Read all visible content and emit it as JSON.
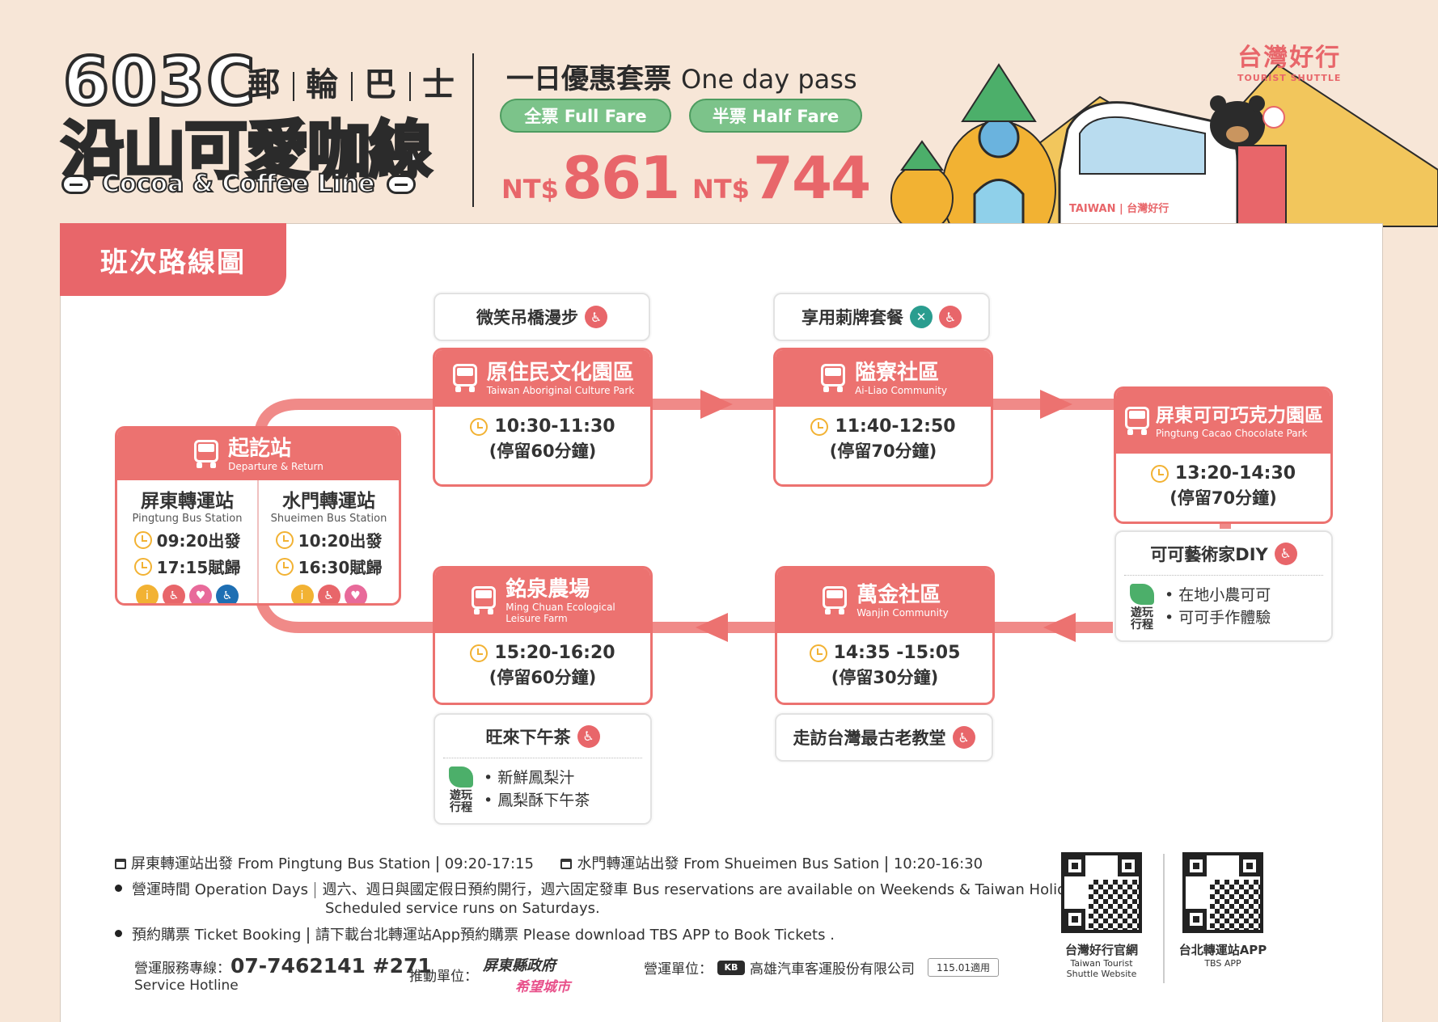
{
  "header": {
    "route_no": "603C",
    "service_chars": [
      "郵",
      "輪",
      "巴",
      "士"
    ],
    "line_name_zh": "沿山可愛咖線",
    "line_name_en": "Cocoa & Coffee Line",
    "pass_title_zh": "一日優惠套票",
    "pass_title_en": "One day pass",
    "full_fare_label": "全票 Full Fare",
    "half_fare_label": "半票 Half Fare",
    "currency": "NT$",
    "full_price": "861",
    "half_price": "744",
    "brand_zh": "台灣好行",
    "brand_en": "TOURIST SHUTTLE",
    "bus_sign": "TAIWAN | 台灣好行"
  },
  "section_title": "班次路線圖",
  "departure": {
    "title_zh": "起訖站",
    "title_en": "Departure & Return",
    "stations": [
      {
        "name_zh": "屏東轉運站",
        "name_en": "Pingtung Bus Station",
        "depart": "09:20出發",
        "return": "17:15賦歸"
      },
      {
        "name_zh": "水門轉運站",
        "name_en": "Shueimen Bus Station",
        "depart": "10:20出發",
        "return": "16:30賦歸"
      }
    ]
  },
  "stops": [
    {
      "name_zh": "原住民文化園區",
      "name_en": "Taiwan Aboriginal Culture  Park",
      "time": "10:30-11:30",
      "stay": "(停留60分鐘)"
    },
    {
      "name_zh": "隘寮社區",
      "name_en": "Ai-Liao Community",
      "time": "11:40-12:50",
      "stay": "(停留70分鐘)"
    },
    {
      "name_zh": "屏東可可巧克力園區",
      "name_en": "Pingtung Cacao Chocolate Park",
      "time": "13:20-14:30",
      "stay": "(停留70分鐘)"
    },
    {
      "name_zh": "萬金社區",
      "name_en": "Wanjin Community",
      "time": "14:35 -15:05",
      "stay": "(停留30分鐘)"
    },
    {
      "name_zh": "銘泉農場",
      "name_en": "Ming Chuan Ecological",
      "name_en2": "Leisure Farm",
      "time": "15:20-16:20",
      "stay": "(停留60分鐘)"
    }
  ],
  "activities": {
    "a1": "微笑吊橋漫步",
    "a2": "享用莿牌套餐",
    "a3": "可可藝術家DIY",
    "a3_items": [
      "• 在地小農可可",
      "• 可可手作體驗"
    ],
    "a4": "走訪台灣最古老教堂",
    "a5": "旺來下午茶",
    "a5_items": [
      "• 新鮮鳳梨汁",
      "• 鳳梨酥下午茶"
    ],
    "tour_label_1": "遊玩",
    "tour_label_2": "行程"
  },
  "footer": {
    "line1_a": "屏東轉運站出發 From Pingtung Bus Station",
    "line1_a_time": "09:20-17:15",
    "line1_b": "水門轉運站出發  From Shueimen Bus Sation",
    "line1_b_time": "10:20-16:30",
    "days_label": "營運時間 Operation Days",
    "days_text": "週六、週日與國定假日預約開行，週六固定發車 Bus reservations are available on Weekends & Taiwan Holidays.",
    "days_text2": "Scheduled service runs on Saturdays.",
    "booking_label": "預約購票 Ticket Booking",
    "booking_text": "請下載台北轉運站App預約購票    Please download TBS APP to Book Tickets .",
    "hotline_label": "營運服務專線：",
    "hotline_number": "07-7462141 #271",
    "hotline_en": "Service Hotline",
    "promoter_label": "推動單位：",
    "promoter_name": "屏東縣政府",
    "promoter_slogan": "希望城市",
    "operator_label": "營運單位：",
    "operator_name": "高雄汽車客運股份有限公司",
    "version": "115.01適用",
    "qr1_zh": "台灣好行官網",
    "qr1_en1": "Taiwan Tourist",
    "qr1_en2": "Shuttle Website",
    "qr2_zh": "台北轉運站APP",
    "qr2_en": "TBS APP"
  },
  "colors": {
    "accent": "#ec7270",
    "green": "#7cc38a",
    "yellow": "#f2b233",
    "bg": "#f7e6d7"
  }
}
